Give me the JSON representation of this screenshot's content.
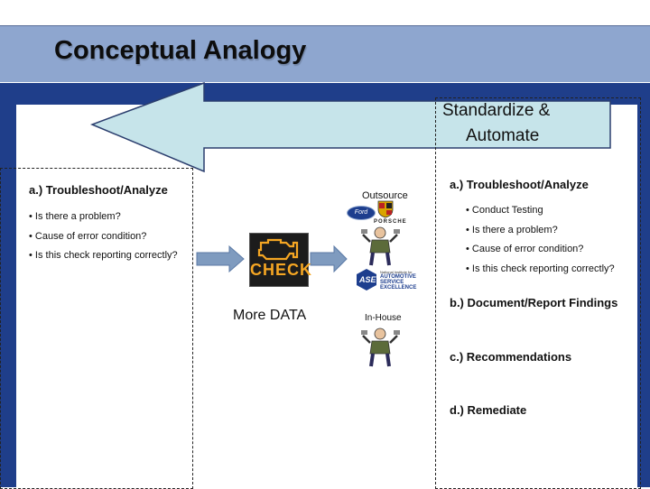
{
  "title": "Conceptual Analogy",
  "arrow_label_line1": "Standardize &",
  "arrow_label_line2": "Automate",
  "left": {
    "heading": "a.) Troubleshoot/Analyze",
    "bullets": [
      "• Is there a problem?",
      "• Cause of error condition?",
      "• Is this check reporting correctly?"
    ]
  },
  "center": {
    "outsource_label": "Outsource",
    "inhouse_label": "In-House",
    "more_data_label": "More DATA",
    "check_label": "CHECK",
    "ford_label": "Ford",
    "porsche_label": "PORSCHE",
    "ase_label": "ASE",
    "ase_text_1": "National Institute for",
    "ase_text_2": "AUTOMOTIVE",
    "ase_text_3": "SERVICE",
    "ase_text_4": "EXCELLENCE"
  },
  "right": {
    "heading": "a.) Troubleshoot/Analyze",
    "bullets": [
      "• Conduct Testing",
      "• Is there a problem?",
      "• Cause of error condition?",
      "• Is this check reporting correctly?"
    ],
    "step_b": "b.) Document/Report Findings",
    "step_c": "c.) Recommendations",
    "step_d": "d.) Remediate"
  },
  "colors": {
    "title_bar": "#8ea6cf",
    "navy": "#1f3e8a",
    "arrow_fill": "#c6e4ea",
    "arrow_stroke": "#2b3e6e",
    "connector_arrow": "#7f9bbf"
  }
}
